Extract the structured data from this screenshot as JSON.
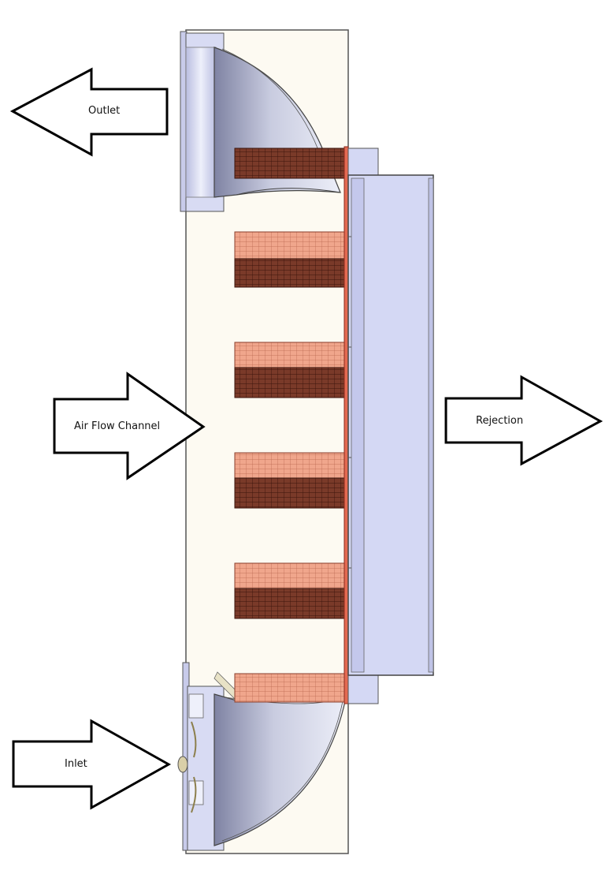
{
  "labels": {
    "outlet": "Outlet",
    "air_flow_channel": "Air Flow Channel",
    "rejection": "Rejection",
    "inlet": "Inlet"
  },
  "colors": {
    "channel_fill": "#fdfaf2",
    "duct_fill": "#d4d8f4",
    "duct_stroke": "#6a6f8c",
    "fin_light": "#f0a68c",
    "fin_dark": "#6e2f20",
    "fin_grid": "#8a3f2c",
    "plate": "#d94c3a",
    "arrow_stroke": "#000000",
    "arrow_fill": "#ffffff"
  },
  "icons": [
    "arrow-left-icon",
    "arrow-right-icon",
    "fan-icon"
  ]
}
